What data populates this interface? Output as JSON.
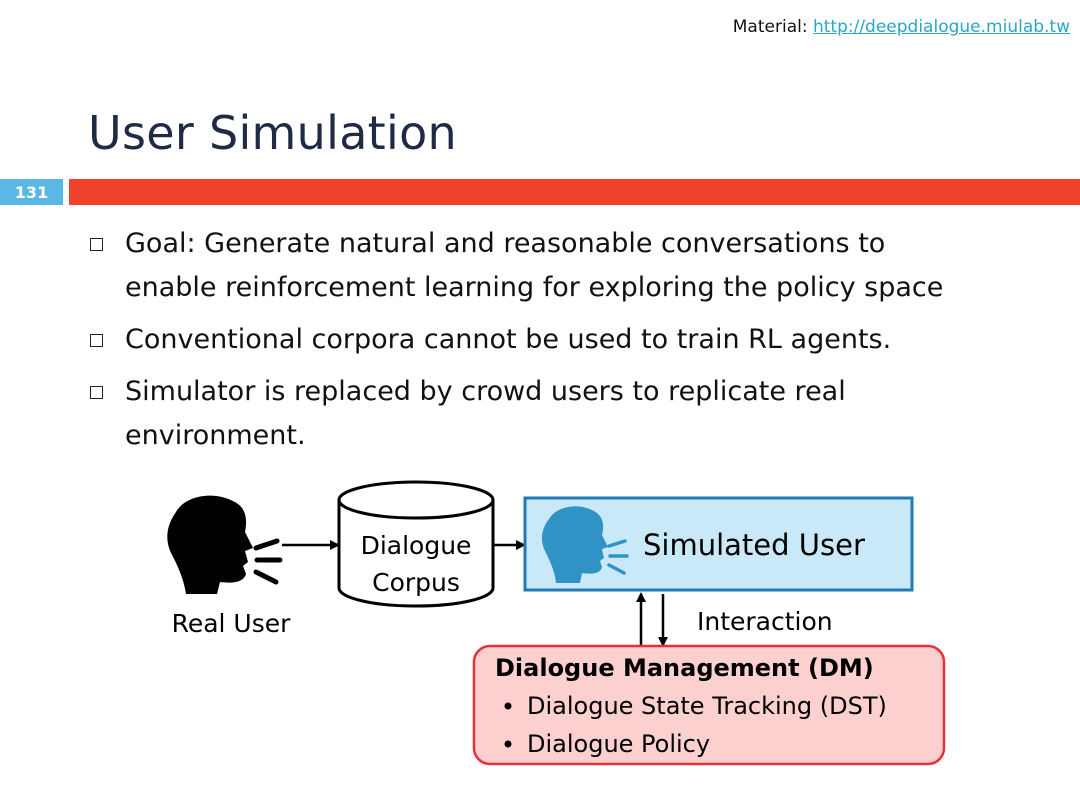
{
  "header": {
    "material_label": "Material:",
    "material_link": "http://deepdialogue.miulab.tw"
  },
  "slide": {
    "title": "User Simulation",
    "number": "131"
  },
  "bullets": [
    {
      "line1": "Goal: Generate natural and reasonable conversations to",
      "line2": "enable reinforcement learning for exploring the policy space"
    },
    {
      "line1": "Conventional corpora cannot be used to train RL agents.",
      "line2": ""
    },
    {
      "line1": "Simulator is replaced by crowd users to replicate real",
      "line2": "environment."
    }
  ],
  "diagram": {
    "real_user_label": "Real User",
    "corpus_line1": "Dialogue",
    "corpus_line2": "Corpus",
    "simulated_user_label": "Simulated User",
    "interaction_label": "Interaction",
    "dm_title": "Dialogue Management (DM)",
    "dm_items": [
      "Dialogue State Tracking (DST)",
      "Dialogue Policy"
    ],
    "colors": {
      "simulated_fill": "#c9e9f8",
      "simulated_border": "#1f7ab5",
      "simulated_head": "#2f93c6",
      "dm_fill": "#fdd0d0",
      "dm_border": "#e8303a"
    }
  }
}
